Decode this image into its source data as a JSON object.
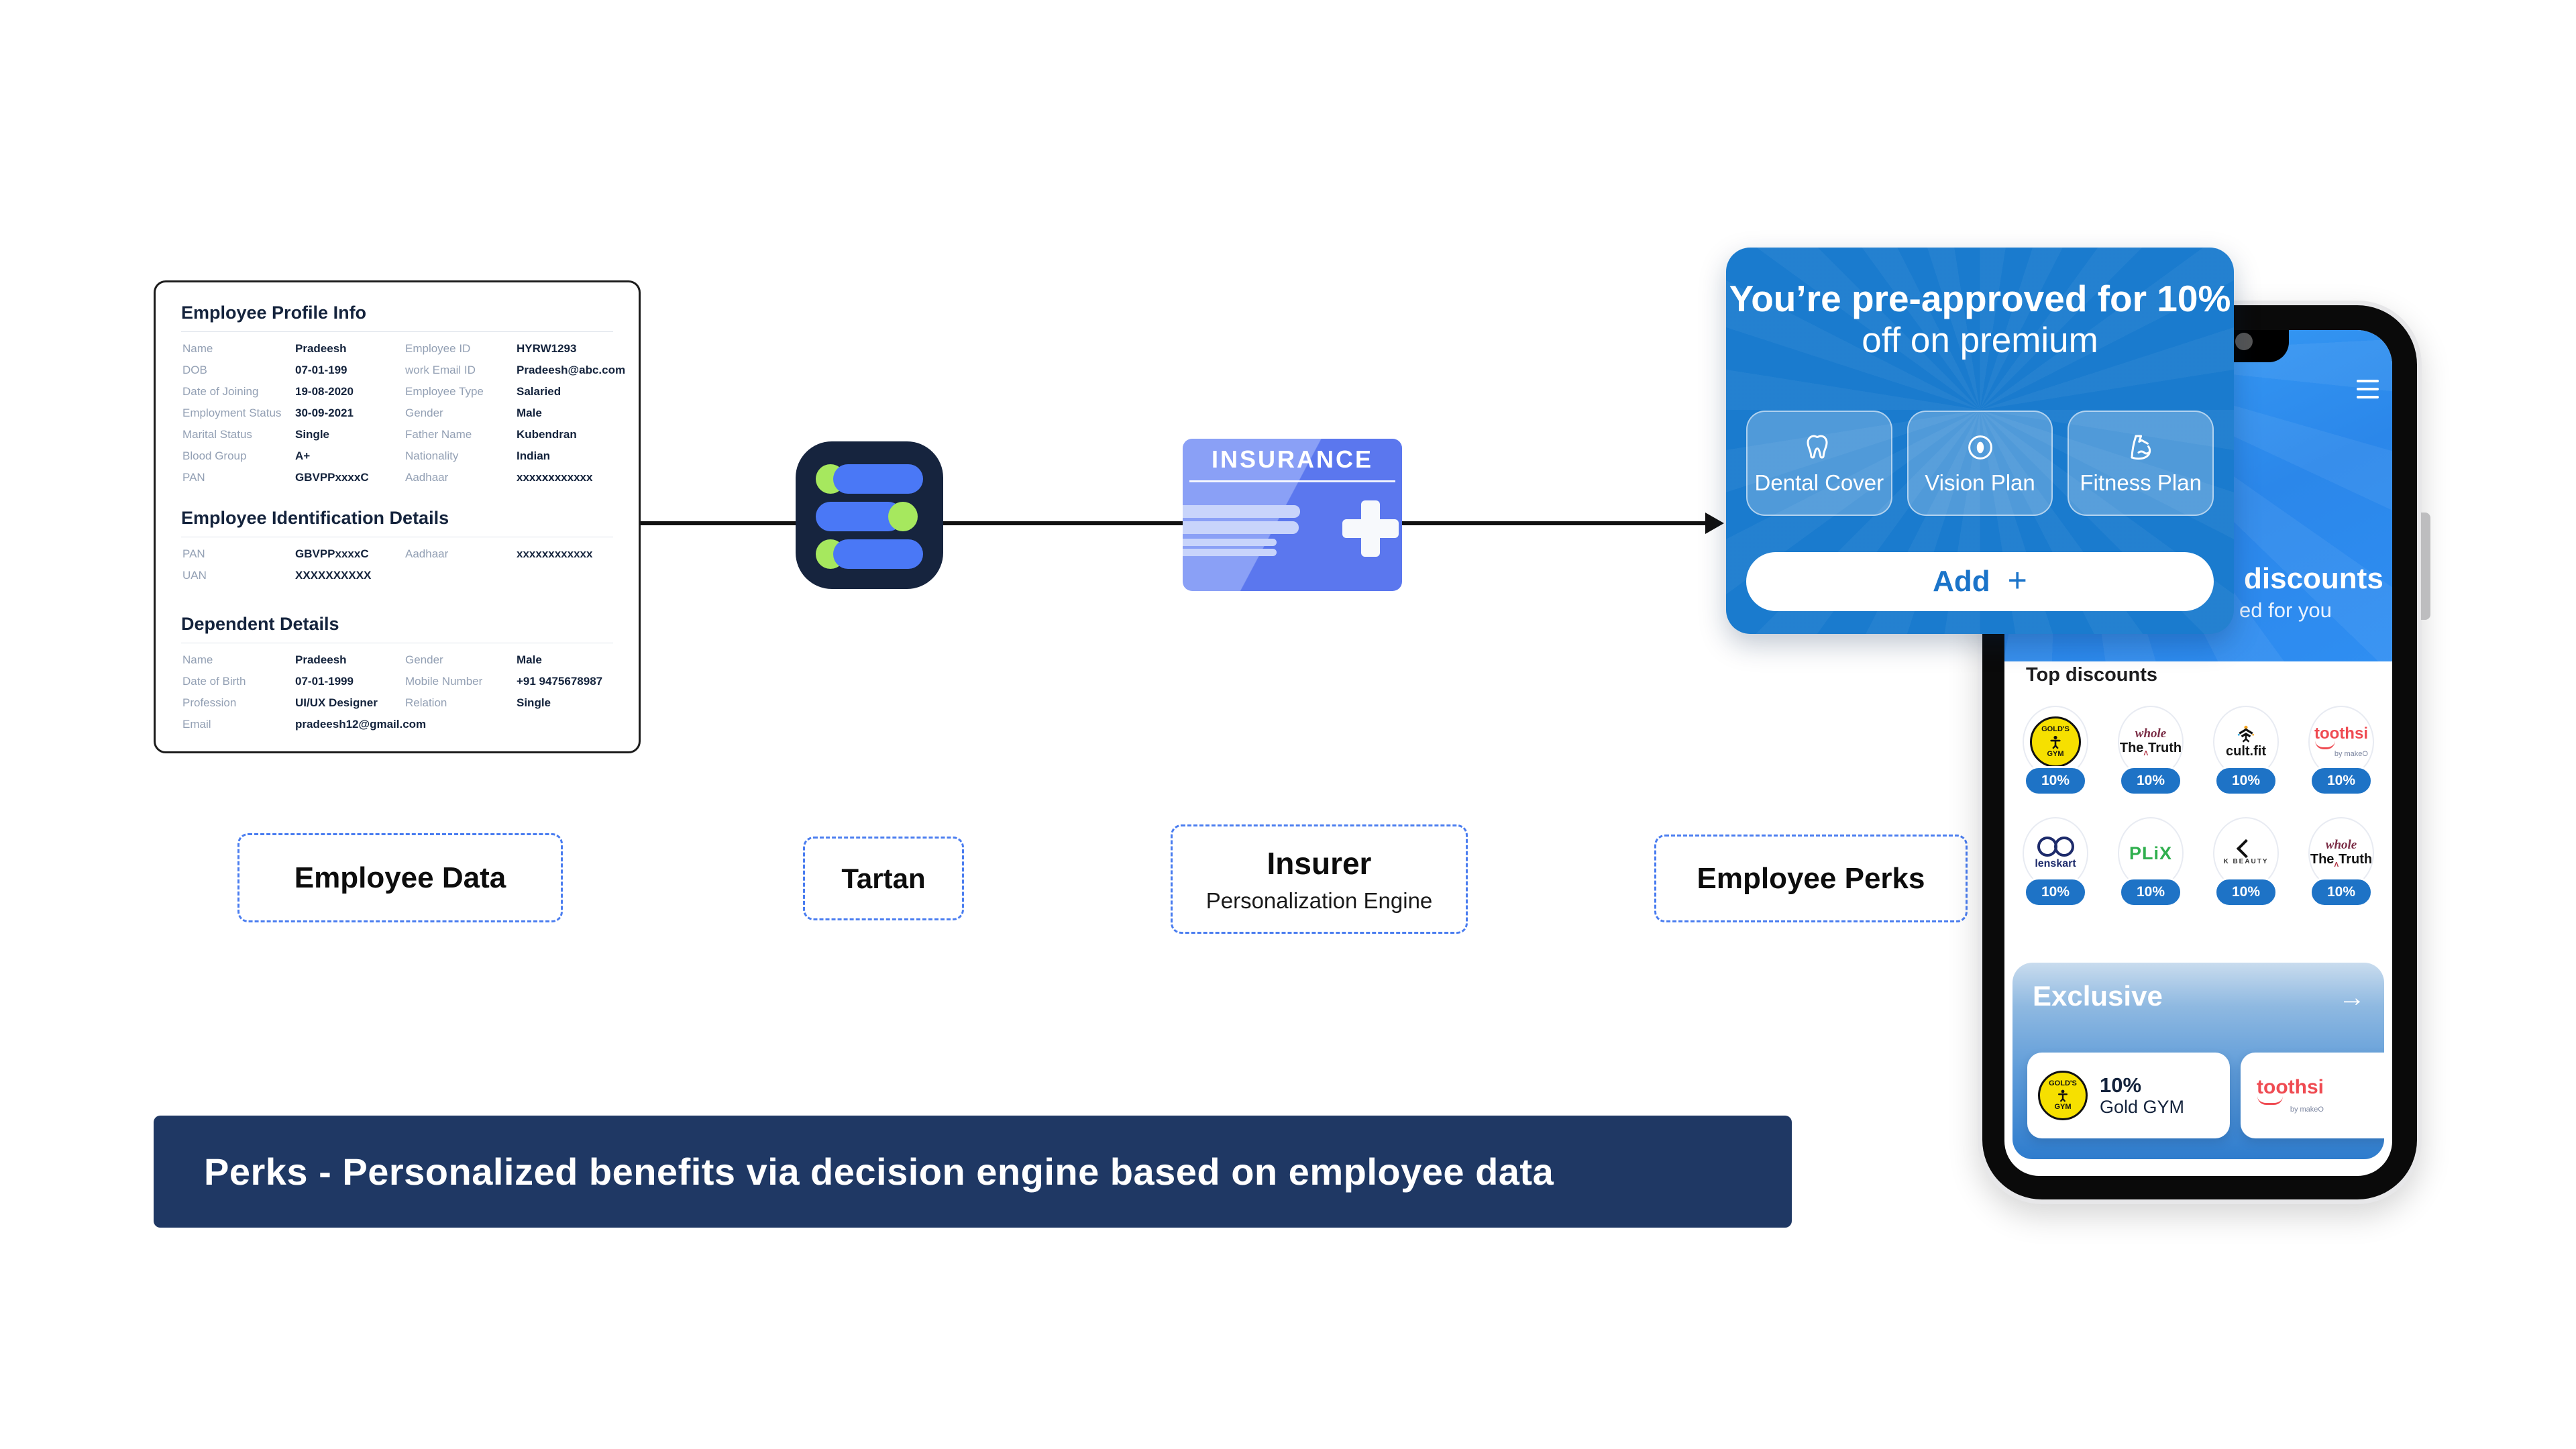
{
  "flow": {
    "employee_data_label": "Employee Data",
    "tartan_label": "Tartan",
    "insurer_label": "Insurer",
    "insurer_sublabel": "Personalization Engine",
    "employee_perks_label": "Employee Perks"
  },
  "banner": {
    "text": "Perks - Personalized benefits via decision engine based on employee data"
  },
  "insurance_icon": {
    "title": "INSURANCE"
  },
  "employee_card": {
    "sections": [
      {
        "title": "Employee Profile Info",
        "rows": [
          {
            "l1": "Name",
            "v1": "Pradeesh",
            "l2": "Employee ID",
            "v2": "HYRW1293"
          },
          {
            "l1": "DOB",
            "v1": "07-01-199",
            "l2": "work Email ID",
            "v2": "Pradeesh@abc.com"
          },
          {
            "l1": "Date of Joining",
            "v1": "19-08-2020",
            "l2": "Employee Type",
            "v2": "Salaried"
          },
          {
            "l1": "Employment Status",
            "v1": "30-09-2021",
            "l2": "Gender",
            "v2": "Male"
          },
          {
            "l1": "Marital Status",
            "v1": "Single",
            "l2": "Father Name",
            "v2": "Kubendran"
          },
          {
            "l1": "Blood Group",
            "v1": "A+",
            "l2": "Nationality",
            "v2": "Indian"
          },
          {
            "l1": "PAN",
            "v1": "GBVPPxxxxC",
            "l2": "Aadhaar",
            "v2": "xxxxxxxxxxxx"
          }
        ]
      },
      {
        "title": "Employee Identification Details",
        "rows": [
          {
            "l1": "PAN",
            "v1": "GBVPPxxxxC",
            "l2": "Aadhaar",
            "v2": "xxxxxxxxxxxx"
          },
          {
            "l1": "UAN",
            "v1": "XXXXXXXXXX",
            "l2": "",
            "v2": ""
          }
        ]
      },
      {
        "title": "Dependent Details",
        "rows": [
          {
            "l1": "Name",
            "v1": "Pradeesh",
            "l2": "Gender",
            "v2": "Male"
          },
          {
            "l1": "Date of Birth",
            "v1": "07-01-1999",
            "l2": "Mobile Number",
            "v2": "+91 9475678987"
          },
          {
            "l1": "Profession",
            "v1": "UI/UX Designer",
            "l2": "Relation",
            "v2": "Single"
          },
          {
            "l1": "Email",
            "v1": "pradeesh12@gmail.com",
            "l2": "",
            "v2": ""
          }
        ]
      }
    ]
  },
  "popup": {
    "title_line1": "You’re pre-approved for 10%",
    "title_line2": "off on premium",
    "plans": [
      {
        "icon": "tooth-icon",
        "label": "Dental Cover"
      },
      {
        "icon": "eye-icon",
        "label": "Vision Plan"
      },
      {
        "icon": "bicep-icon",
        "label": "Fitness Plan"
      }
    ],
    "add_label": "Add",
    "plus": "+"
  },
  "phone": {
    "header": {
      "menu_icon": "hamburger-icon",
      "line1": "discounts",
      "line2": "ed for you"
    },
    "top_discounts": {
      "heading": "Top discounts",
      "items": [
        {
          "name": "Gold's Gym",
          "discount": "10%",
          "logo": {
            "t1": "GOLD'S",
            "t2": "GYM"
          }
        },
        {
          "name": "The Whole Truth",
          "discount": "10%",
          "logo": {
            "t1": "whole",
            "t2": "The",
            "caret": "Λ",
            "t3": "Truth"
          }
        },
        {
          "name": "cult.fit",
          "discount": "10%",
          "logo": {
            "t1": "cult.fit"
          }
        },
        {
          "name": "toothsi",
          "discount": "10%",
          "logo": {
            "t1": "toothsi",
            "t2": "by makeO"
          }
        },
        {
          "name": "lenskart",
          "discount": "10%",
          "logo": {
            "t1": "lenskart"
          }
        },
        {
          "name": "Plix",
          "discount": "10%",
          "logo": {
            "t1": "PLiX"
          }
        },
        {
          "name": "K Beauty",
          "discount": "10%",
          "logo": {
            "t1": "K BEAUTY"
          }
        },
        {
          "name": "The Whole Truth",
          "discount": "10%",
          "logo": {
            "t1": "whole",
            "t2": "The",
            "caret": "Λ",
            "t3": "Truth"
          }
        }
      ]
    },
    "exclusive": {
      "title": "Exclusive",
      "arrow": "→",
      "deal1": {
        "pct": "10%",
        "name": "Gold GYM"
      },
      "deal2": {
        "name": "toothsi",
        "logo": {
          "t1": "toothsi",
          "t2": "by makeO"
        }
      }
    }
  },
  "colors": {
    "popup_blue": "#1a7bce",
    "phone_blue": "#2b87ea",
    "pill_blue": "#1e73c6",
    "banner_navy": "#1f3864",
    "tartan_navy": "#16243e",
    "tartan_blue": "#4a78f6",
    "tartan_green": "#a6e85e",
    "insurance_blue": "#5b77ee",
    "dashed_border_blue": "#4a7df0"
  }
}
